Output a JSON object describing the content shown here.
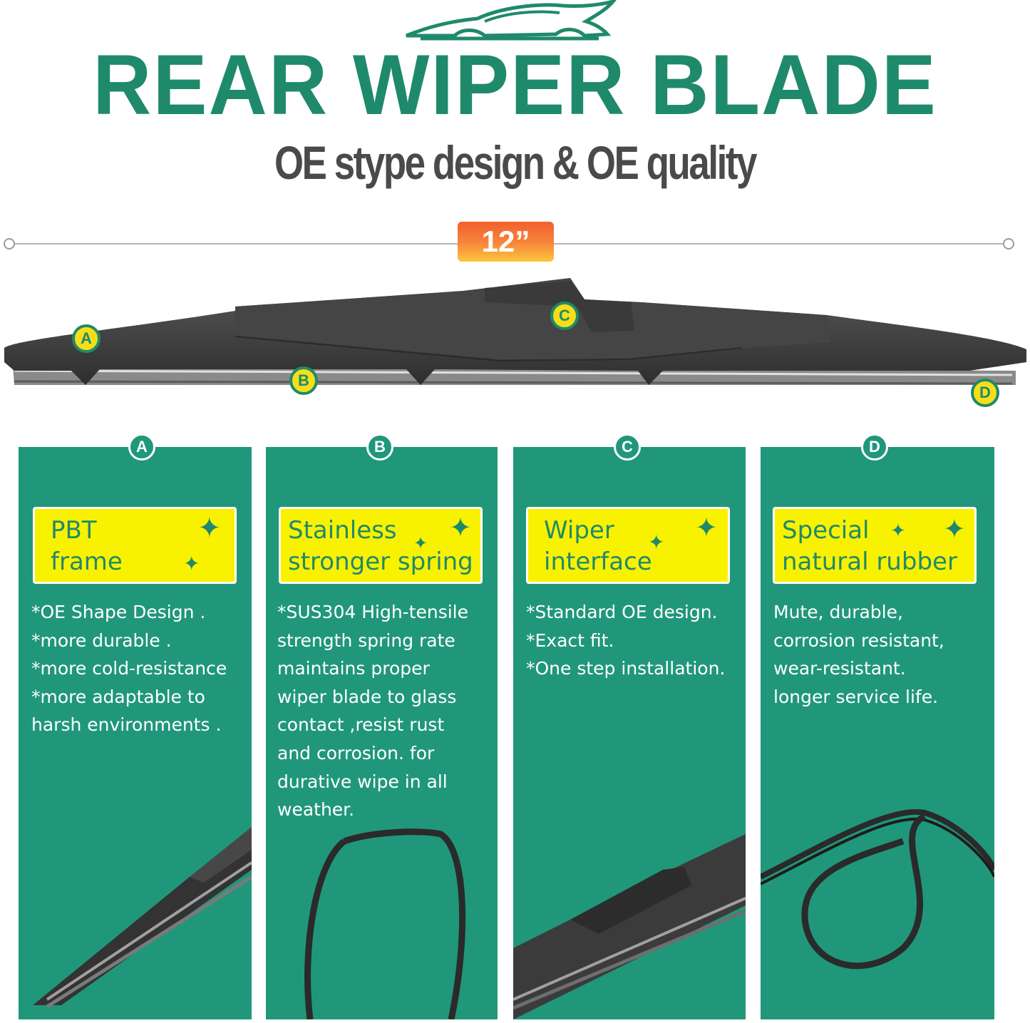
{
  "header": {
    "title": "REAR WIPER BLADE",
    "subtitle": "OE stype design & OE quality"
  },
  "size": {
    "label": "12”"
  },
  "markers": [
    "A",
    "B",
    "C",
    "D"
  ],
  "features": [
    {
      "letter": "A",
      "label": "PBT\nframe",
      "description": "*OE Shape Design .\n*more durable .\n*more cold-resistance\n*more adaptable to\nharsh environments ."
    },
    {
      "letter": "B",
      "label": "Stainless\nstronger spring",
      "description": "*SUS304 High-tensile\nstrength spring rate\nmaintains proper\nwiper blade to glass\ncontact ,resist rust\nand corrosion. for\ndurative wipe in all\nweather."
    },
    {
      "letter": "C",
      "label": "Wiper\ninterface",
      "description": "*Standard OE design.\n*Exact fit.\n*One step installation."
    },
    {
      "letter": "D",
      "label": "Special\nnatural rubber",
      "description": "Mute, durable,\ncorrosion resistant,\nwear-resistant.\nlonger service life."
    }
  ],
  "colors": {
    "brand_green": "#1f8a6b",
    "card_green": "#20977a",
    "highlight_yellow": "#f8f200",
    "marker_yellow": "#f6de18",
    "badge_orange": "#f06030"
  }
}
